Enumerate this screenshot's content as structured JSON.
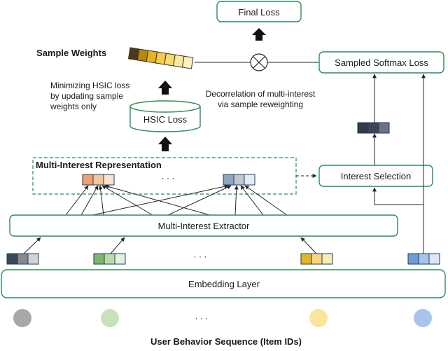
{
  "final_loss": "Final Loss",
  "sampled_softmax_loss": "Sampled Softmax Loss",
  "sample_weights": "Sample Weights",
  "hsic_note": [
    "Minimizing HSIC loss",
    "by updating sample",
    "weights only"
  ],
  "decorrelation_note": [
    "Decorrelation of multi-interest",
    "via sample reweighting"
  ],
  "hsic_loss": "HSIC Loss",
  "multi_interest_representation": "Multi-Interest Representation",
  "interest_selection": "Interest Selection",
  "multi_interest_extractor": "Multi-Interest Extractor",
  "embedding_layer": "Embedding Layer",
  "user_behavior_sequence": "User Behavior Sequence (Item IDs)",
  "ellipsis": "· · ·",
  "colors": {
    "box_border": "#2e8b57",
    "weights": [
      "#4a3a1c",
      "#b8860b",
      "#e6b422",
      "#f2cc4a",
      "#f7dd6e",
      "#faeaa0",
      "#fbf1c4"
    ],
    "item_circles": [
      "#a8a8a8",
      "#c5e3b8",
      "#fce49a",
      "#a9c4ea"
    ]
  }
}
